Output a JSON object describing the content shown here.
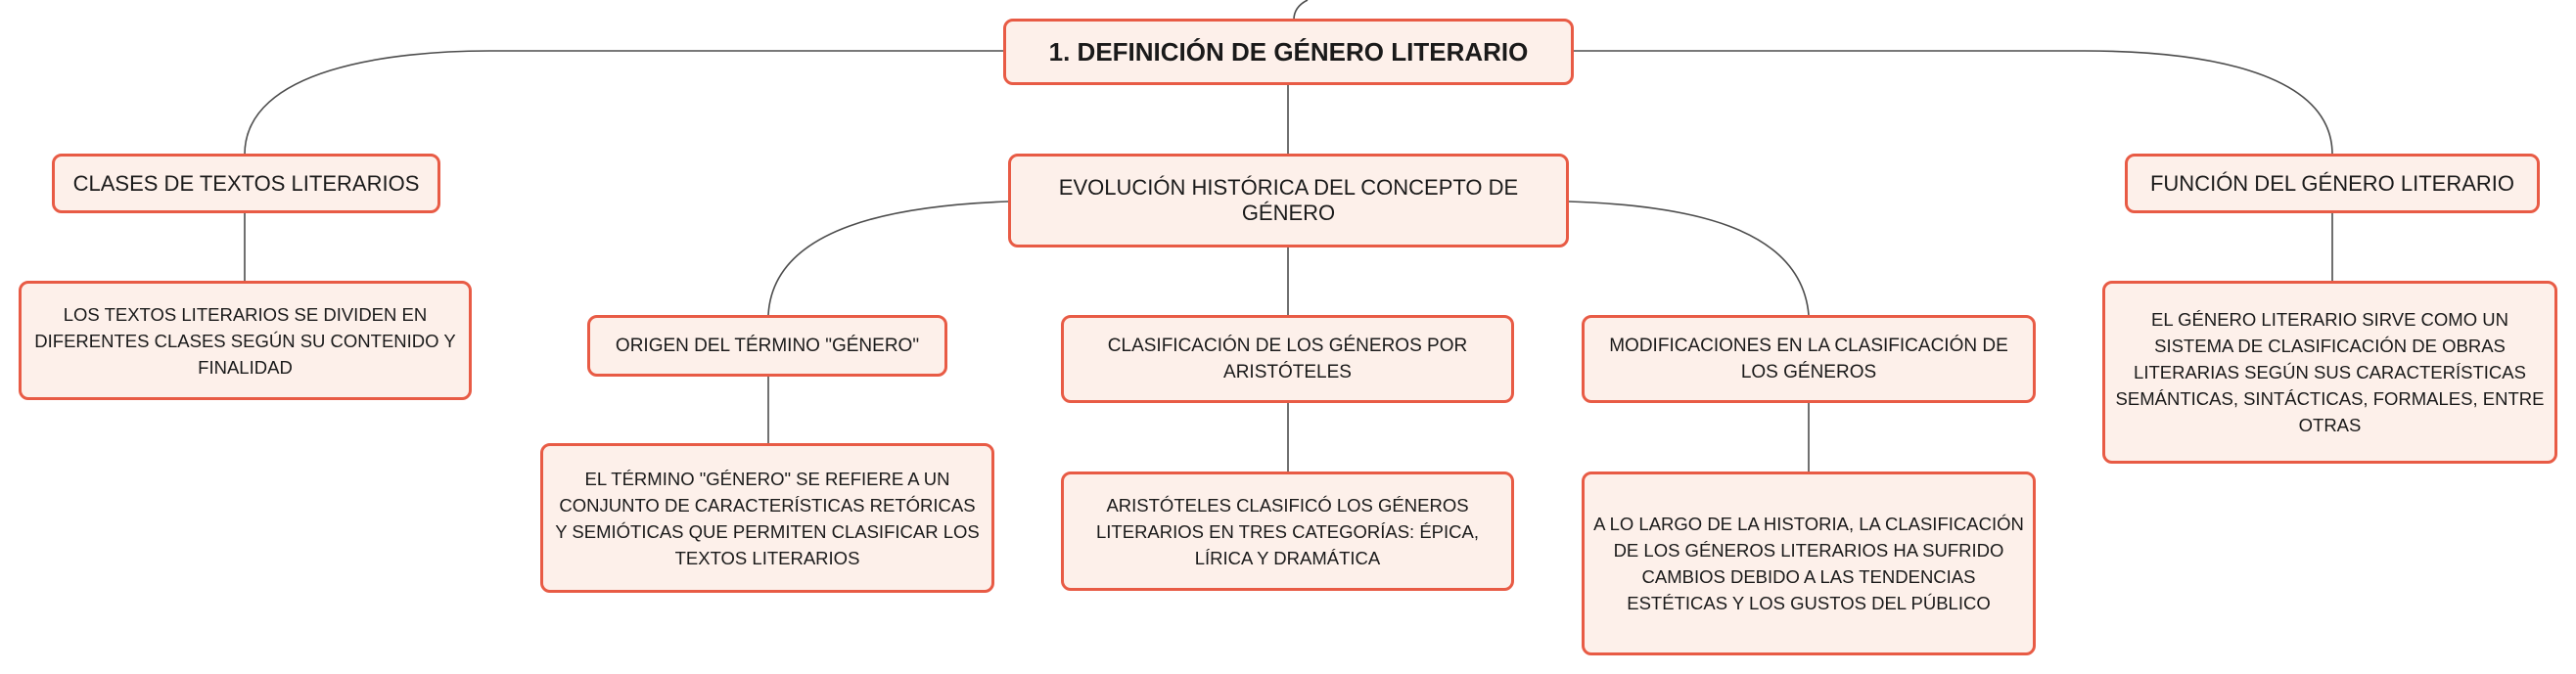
{
  "diagram": {
    "root": "1. DEFINICIÓN DE GÉNERO LITERARIO",
    "branches": {
      "clases": {
        "title": "CLASES DE TEXTOS LITERARIOS",
        "detail": "LOS TEXTOS LITERARIOS SE DIVIDEN EN DIFERENTES CLASES SEGÚN SU CONTENIDO Y FINALIDAD"
      },
      "evolucion": {
        "title": "EVOLUCIÓN HISTÓRICA DEL CONCEPTO DE GÉNERO",
        "origen": {
          "title": "ORIGEN DEL TÉRMINO \"GÉNERO\"",
          "detail": "EL TÉRMINO \"GÉNERO\" SE REFIERE A UN CONJUNTO DE CARACTERÍSTICAS RETÓRICAS Y SEMIÓTICAS QUE PERMITEN CLASIFICAR LOS TEXTOS LITERARIOS"
        },
        "clasificacion": {
          "title": "CLASIFICACIÓN DE LOS GÉNEROS POR ARISTÓTELES",
          "detail": "ARISTÓTELES CLASIFICÓ LOS GÉNEROS LITERARIOS EN TRES CATEGORÍAS: ÉPICA, LÍRICA Y DRAMÁTICA"
        },
        "modificaciones": {
          "title": "MODIFICACIONES EN LA CLASIFICACIÓN DE LOS GÉNEROS",
          "detail": "A LO LARGO DE LA HISTORIA, LA CLASIFICACIÓN DE LOS GÉNEROS LITERARIOS HA SUFRIDO CAMBIOS DEBIDO A LAS TENDENCIAS ESTÉTICAS Y LOS GUSTOS DEL PÚBLICO"
        }
      },
      "funcion": {
        "title": "FUNCIÓN DEL GÉNERO LITERARIO",
        "detail": "EL GÉNERO LITERARIO SIRVE COMO UN SISTEMA DE CLASIFICACIÓN DE OBRAS LITERARIAS SEGÚN SUS CARACTERÍSTICAS SEMÁNTICAS, SINTÁCTICAS, FORMALES, ENTRE OTRAS"
      }
    }
  }
}
